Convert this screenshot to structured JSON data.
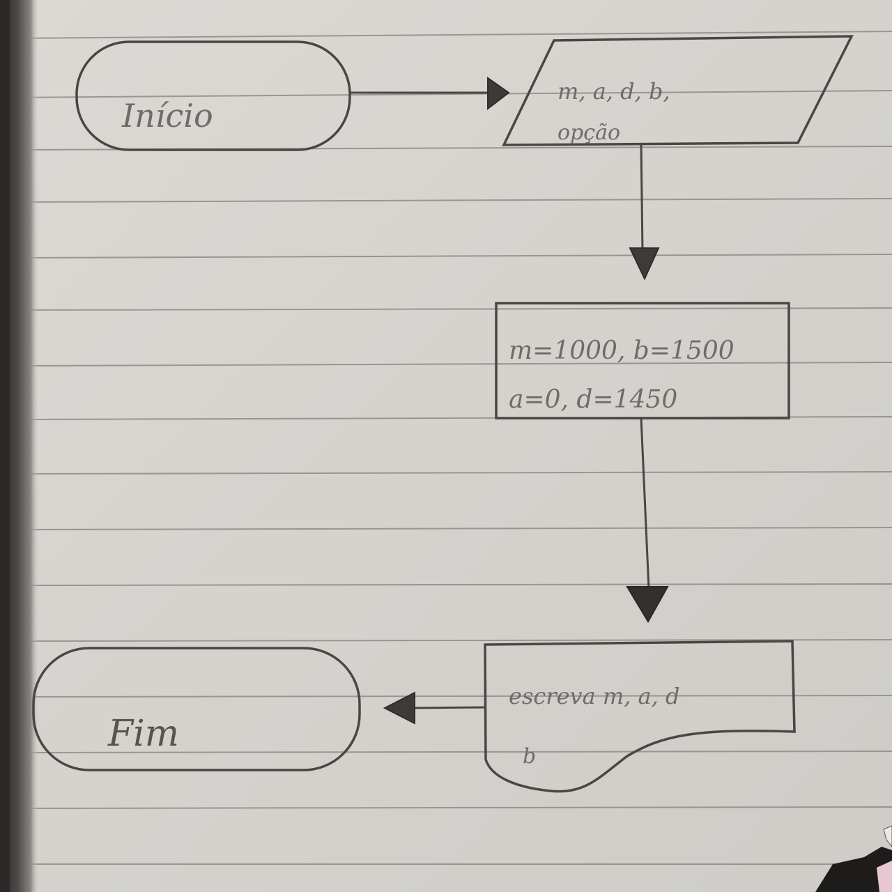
{
  "flowchart": {
    "start": {
      "label": "Início"
    },
    "input": {
      "line1": "m, a, d, b,",
      "line2": "opção"
    },
    "process": {
      "line1": "m=1000, b=1500",
      "line2": "a=0, d=1450"
    },
    "output": {
      "line1": "escreva m, a, d",
      "line2": "b"
    },
    "end": {
      "label": "Fim"
    }
  },
  "colors": {
    "paper": "#d8d5d1",
    "ruled_line": "#8e8b88",
    "pencil": "#4a4643",
    "binding": "#3a3736"
  }
}
